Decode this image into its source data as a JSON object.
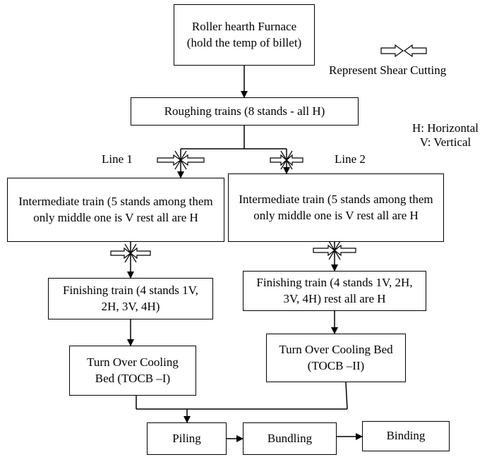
{
  "boxes": {
    "furnace": "Roller hearth Furnace (hold the temp of billet)",
    "roughing": "Roughing trains (8 stands - all H)",
    "intermediate_1": "Intermediate train (5 stands among them only middle one is V rest all are H",
    "intermediate_2": "Intermediate train (5 stands among them only middle one is V rest all are H",
    "finishing_1": "Finishing train (4 stands 1V, 2H, 3V, 4H)",
    "finishing_2": "Finishing train (4 stands 1V, 2H, 3V, 4H) rest all are H",
    "tocb_1": "Turn Over Cooling Bed (TOCB –I)",
    "tocb_2": "Turn Over Cooling Bed (TOCB –II)",
    "piling": "Piling",
    "bundling": "Bundling",
    "binding": "Binding"
  },
  "labels": {
    "line_1": "Line 1",
    "line_2": "Line 2"
  },
  "legend": {
    "shear": "Represent Shear Cutting",
    "horizontal": "H: Horizontal",
    "vertical": "V: Vertical"
  }
}
